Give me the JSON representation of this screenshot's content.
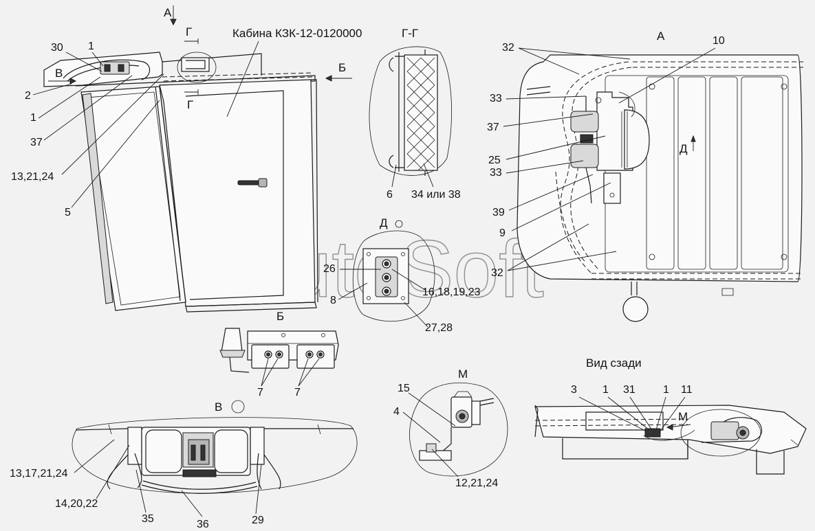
{
  "titles": {
    "cabin": "Кабина КЗК-12-0120000",
    "view_a_top": "А",
    "view_a_right": "А",
    "section_gg": "Г-Г",
    "view_b": "Б",
    "view_v": "В",
    "view_d": "Д",
    "view_m": "М",
    "rear_view": "Вид сзади",
    "arrow_g_top": "Г",
    "arrow_g_bottom": "Г",
    "arrow_b": "Б",
    "arrow_v": "В",
    "arrow_d": "Д",
    "arrow_m": "М"
  },
  "labels": {
    "l30": "30",
    "l1a": "1",
    "l2": "2",
    "l1b": "1",
    "l37a": "37",
    "l13_21_24": "13,21,24",
    "l5": "5",
    "l6": "6",
    "l34_38": "34 или 38",
    "l32a": "32",
    "l10": "10",
    "l33a": "33",
    "l37b": "37",
    "l25": "25",
    "l33b": "33",
    "l39": "39",
    "l9": "9",
    "l32b": "32",
    "l26": "26",
    "l8": "8",
    "l16_18_19_23": "16,18,19,23",
    "l27_28": "27,28",
    "l7a": "7",
    "l7b": "7",
    "l15": "15",
    "l4": "4",
    "l12_21_24": "12,21,24",
    "l3": "3",
    "l1c": "1",
    "l31": "31",
    "l1d": "1",
    "l11": "11",
    "l13_17_21_24": "13,17,21,24",
    "l14_20_22": "14,20,22",
    "l35": "35",
    "l36": "36",
    "l29": "29"
  },
  "watermark": "AutoSoft"
}
